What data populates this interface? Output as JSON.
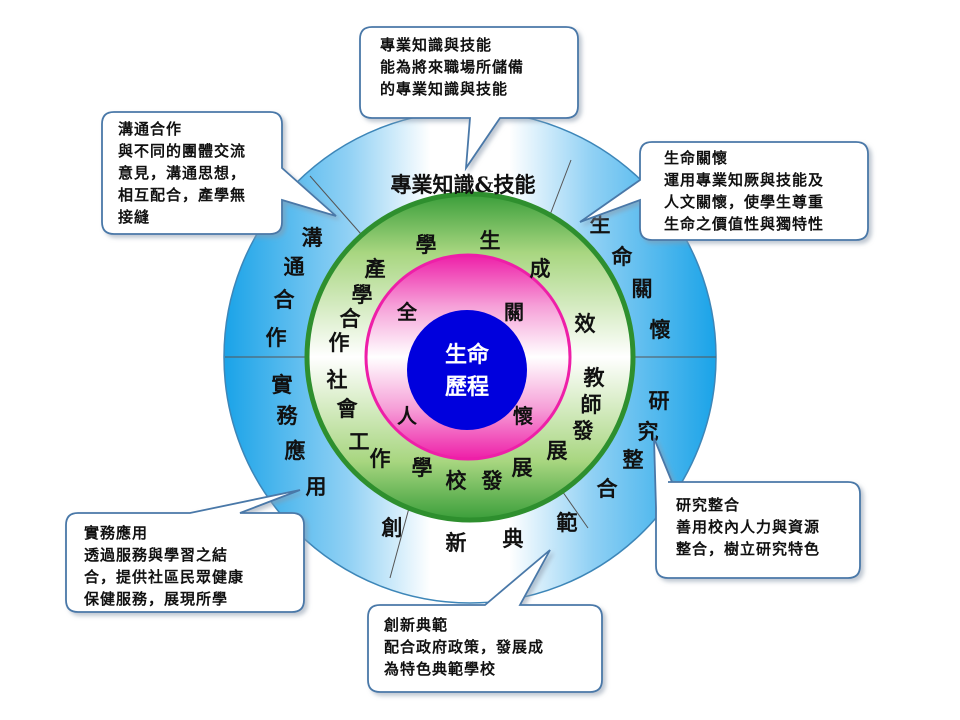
{
  "center": {
    "line1": "生命",
    "line2": "歷程"
  },
  "pink_ring": [
    "全",
    "關",
    "人",
    "懷"
  ],
  "green_ring": [
    "學",
    "生",
    "成",
    "效",
    "教",
    "師",
    "發",
    "展",
    "學",
    "校",
    "發",
    "展",
    "工",
    "作",
    "社",
    "會",
    "產",
    "學",
    "合",
    "作"
  ],
  "outer_ring": {
    "top": "專業知識&技能",
    "right_upper": [
      "生",
      "命",
      "關",
      "懷"
    ],
    "right_lower": [
      "研",
      "究",
      "整",
      "合"
    ],
    "bottom_right": "範",
    "bottom": [
      "創",
      "新",
      "典"
    ],
    "left_lower": [
      "實",
      "務",
      "應",
      "用"
    ],
    "left_upper": [
      "溝",
      "通",
      "合",
      "作"
    ]
  },
  "callouts": {
    "top": [
      "專業知識與技能",
      "能為將來職場所儲備",
      "的專業知識與技能"
    ],
    "top_left": [
      "溝通合作",
      "與不同的團體交流",
      "意見，溝通思想，",
      "相互配合，產學無",
      "接縫"
    ],
    "right_top": [
      "生命關懷",
      "運用專業知厥與技能及",
      "人文關懷，使學生尊重",
      "生命之價值性與獨特性"
    ],
    "right_bottom": [
      "研究整合",
      "善用校內人力與資源",
      "整合，樹立研究特色"
    ],
    "bottom": [
      "創新典範",
      "配合政府政策，發展成",
      "為特色典範學校"
    ],
    "left_bottom": [
      "實務應用",
      "透過服務與學習之結",
      "合，提供社區民眾健康",
      "保健服務，展現所學"
    ]
  },
  "colors": {
    "outer_blue": "#1aa3e8",
    "green": "#3fa63f",
    "pink": "#ee1fa8",
    "center_blue": "#0000dd"
  }
}
